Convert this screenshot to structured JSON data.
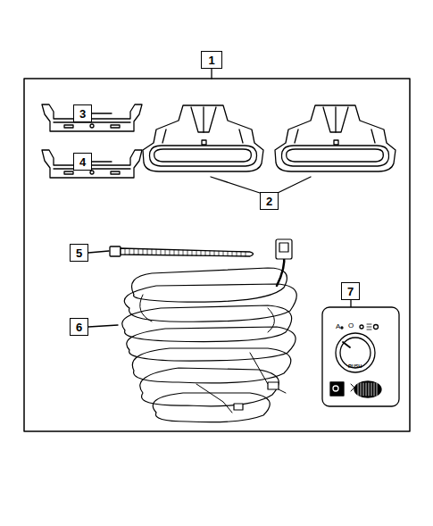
{
  "diagram": {
    "nodes": [
      {
        "text": [
          "1"
        ]
      },
      {
        "text": [
          "3"
        ]
      },
      {
        "text": [
          "4"
        ]
      },
      {
        "text": [
          "2"
        ]
      },
      {
        "text": [
          "5"
        ]
      },
      {
        "text": [
          "6"
        ]
      },
      {
        "text": [
          "7"
        ]
      }
    ],
    "labels": [
      "A",
      "O",
      "PUSH"
    ]
  }
}
